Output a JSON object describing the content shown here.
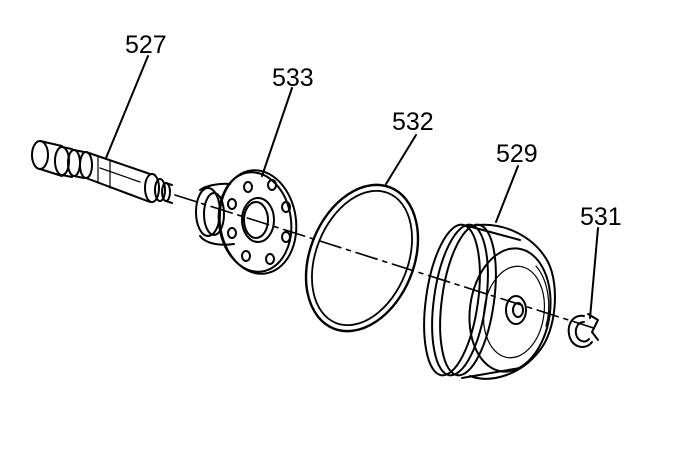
{
  "diagram": {
    "part_labels": {
      "p527": "527",
      "p533": "533",
      "p532": "532",
      "p529": "529",
      "p531": "531"
    },
    "colors": {
      "ink": "#000000",
      "background": "#ffffff"
    }
  }
}
